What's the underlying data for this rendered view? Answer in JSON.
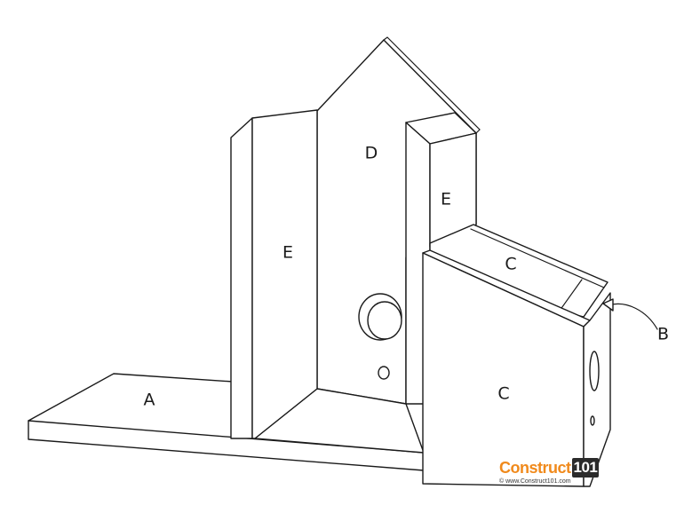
{
  "labels": {
    "base": "A",
    "callout": "B",
    "side_front": "C",
    "side_top": "C",
    "front": "D",
    "post_left": "E",
    "post_right": "E"
  },
  "branding": {
    "logo_main": "Construct",
    "logo_number": "101",
    "url": "© www.Construct101.com"
  },
  "colors": {
    "logo_orange": "#f08a1c",
    "logo_dark": "#2b2b2b",
    "line": "#1a1a1a"
  }
}
